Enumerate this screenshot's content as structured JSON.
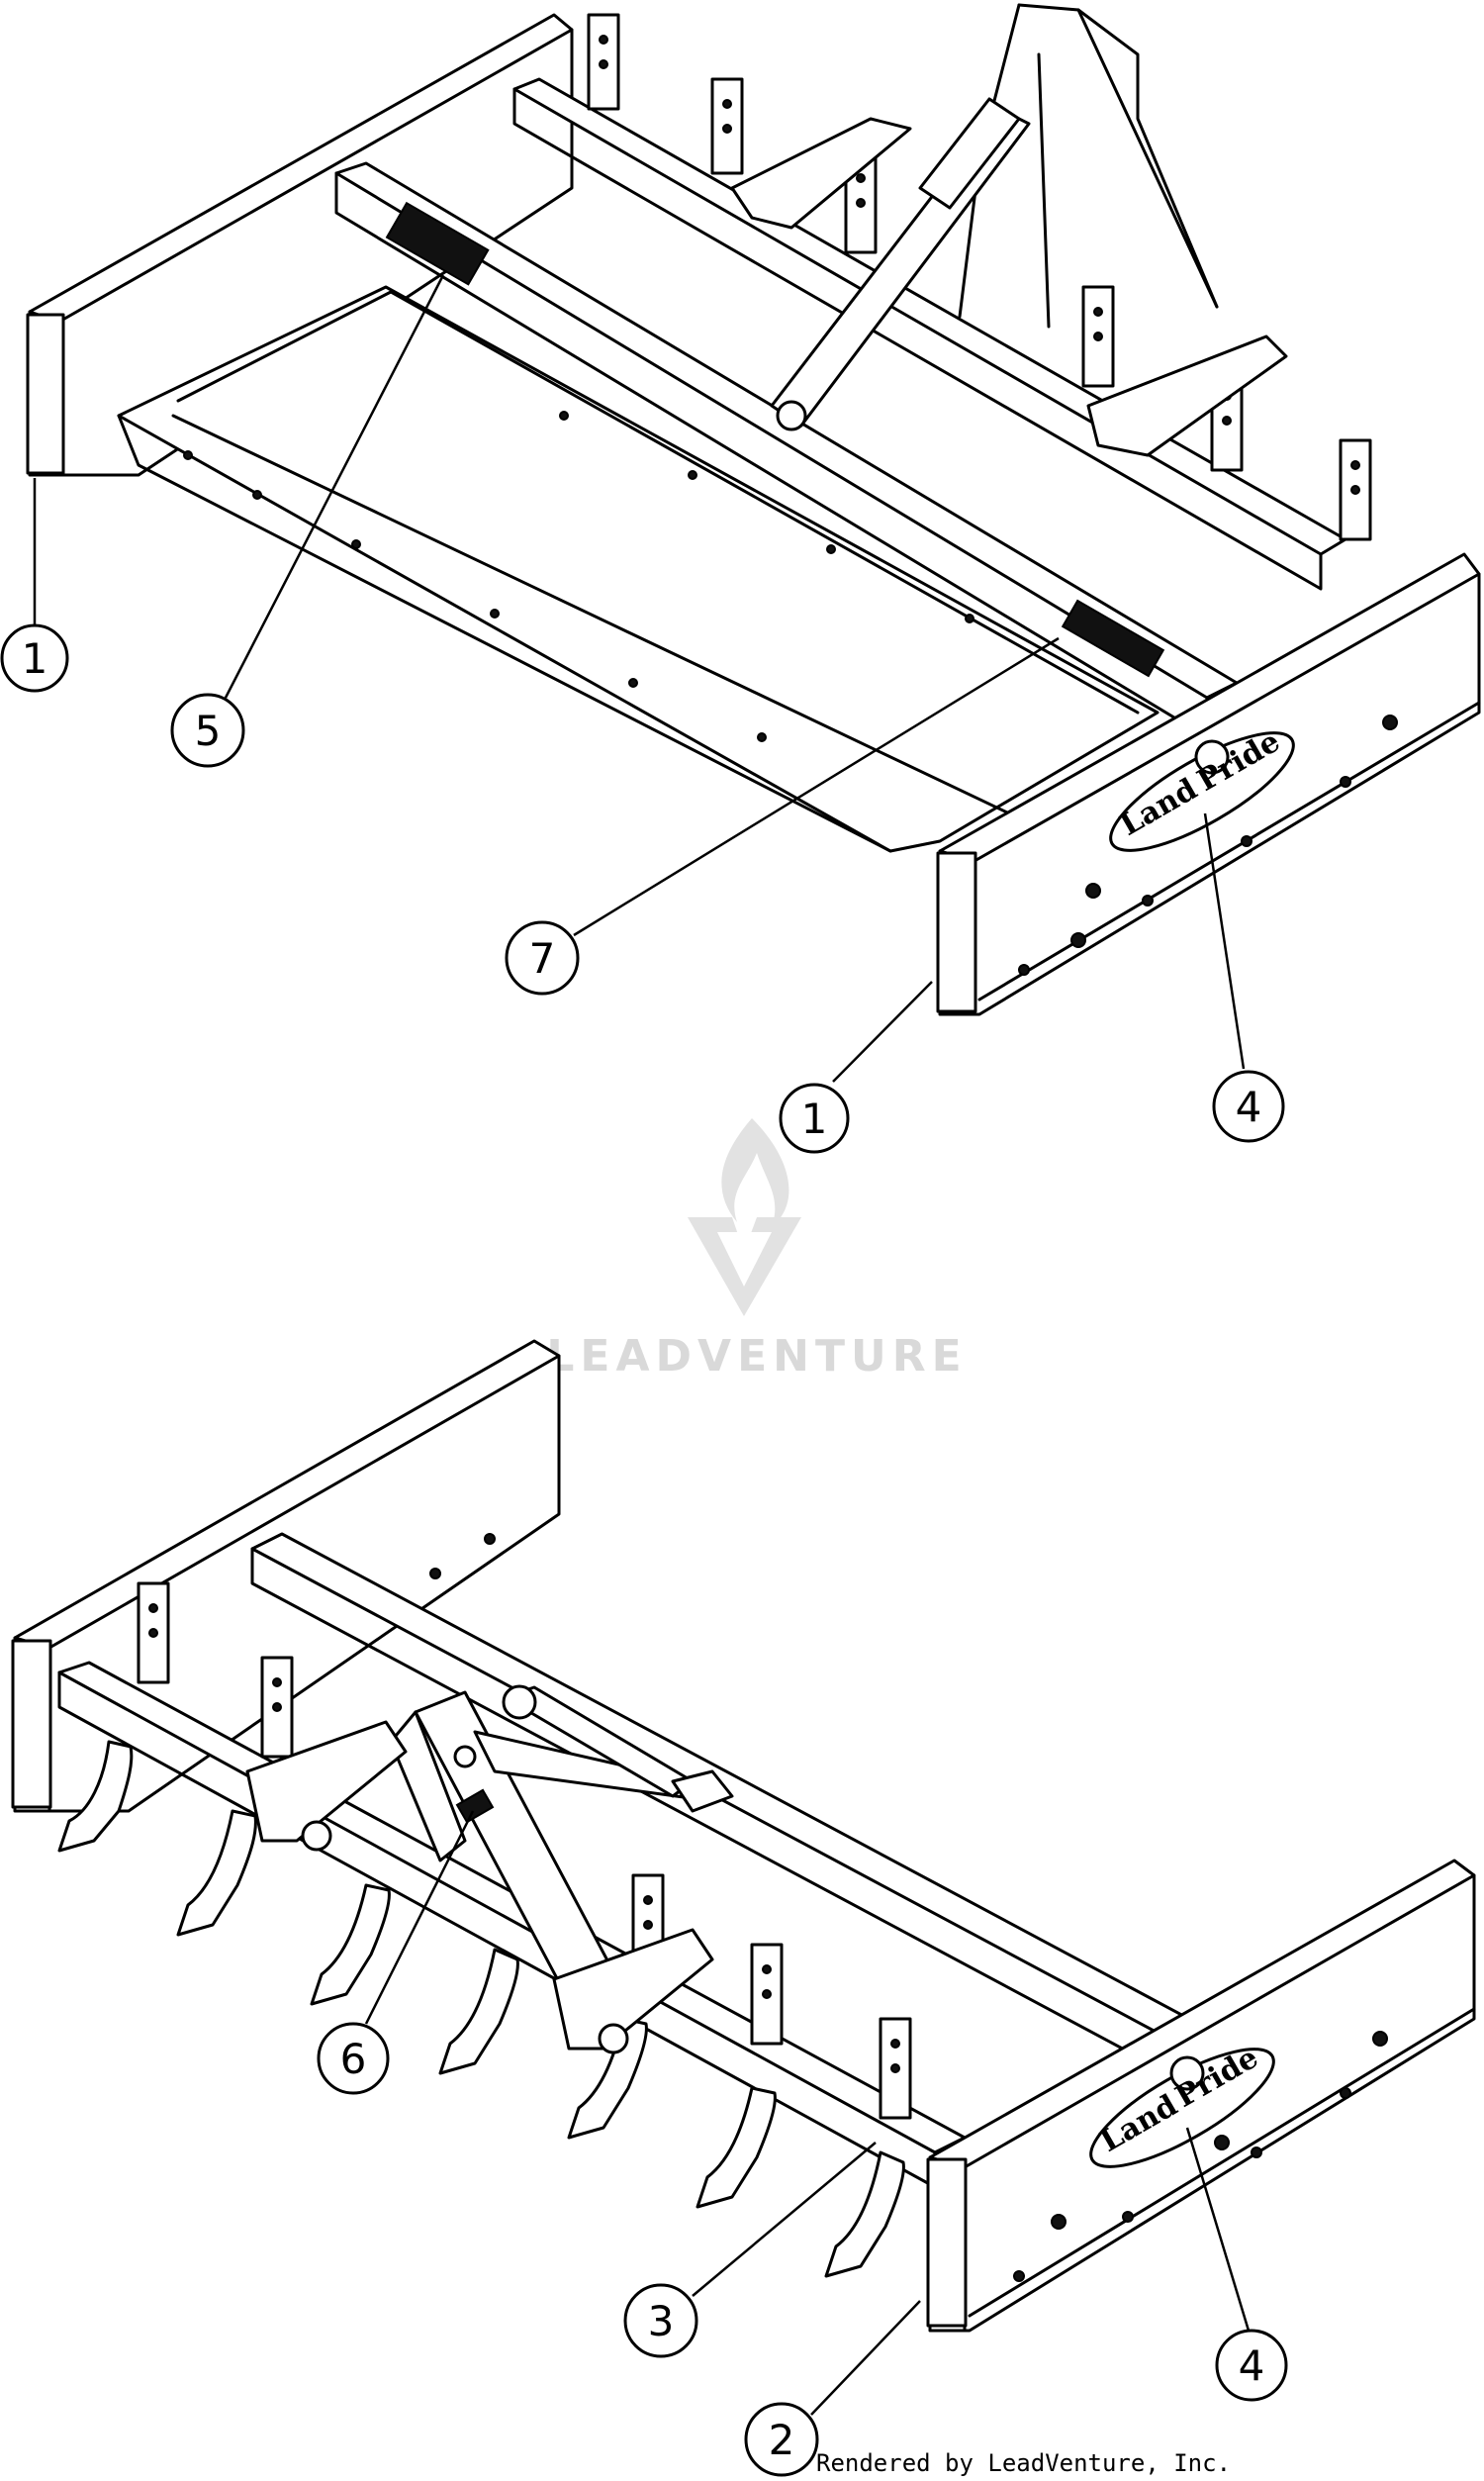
{
  "diagram": {
    "callouts": [
      {
        "id": "c1a",
        "label": "1"
      },
      {
        "id": "c5",
        "label": "5"
      },
      {
        "id": "c7",
        "label": "7"
      },
      {
        "id": "c1b",
        "label": "1"
      },
      {
        "id": "c4a",
        "label": "4"
      },
      {
        "id": "c6",
        "label": "6"
      },
      {
        "id": "c3",
        "label": "3"
      },
      {
        "id": "c4b",
        "label": "4"
      },
      {
        "id": "c2",
        "label": "2"
      }
    ],
    "logo_top": {
      "line1": "Land",
      "line2": "Pride"
    },
    "logo_bottom": {
      "line1": "Land",
      "line2": "Pride"
    },
    "watermark": "LEADVENTURE",
    "credit": "Rendered by LeadVenture, Inc."
  }
}
